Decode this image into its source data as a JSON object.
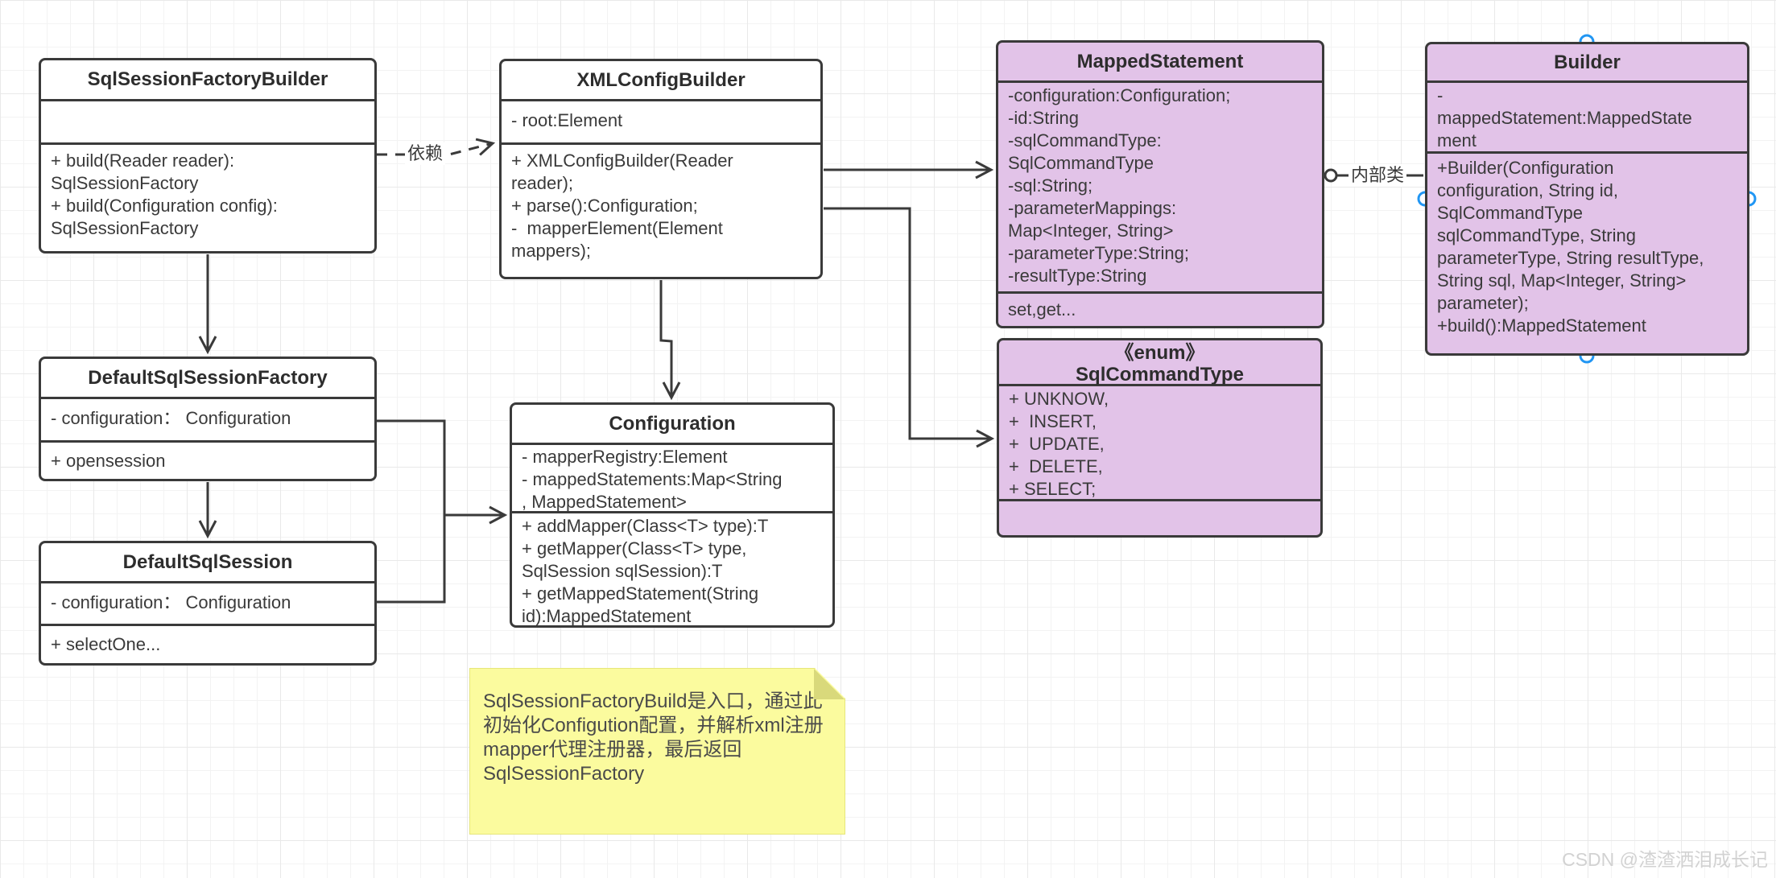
{
  "colors": {
    "class_purple_fill": "#e2c3e8",
    "class_white_fill": "#ffffff",
    "stroke": "#3a3a3a",
    "note_fill": "#fbfb9e",
    "note_fold": "#d9d97b",
    "selection_handle_blue": "#2196f3",
    "watermark_gray": "#d2d2d2"
  },
  "classes": [
    {
      "id": "SqlSessionFactoryBuilder",
      "title": "SqlSessionFactoryBuilder",
      "fields": [],
      "methods": [
        "+ build(Reader reader):",
        "SqlSessionFactory",
        "+ build(Configuration config):",
        "SqlSessionFactory"
      ]
    },
    {
      "id": "XMLConfigBuilder",
      "title": "XMLConfigBuilder",
      "fields": [
        "- root:Element"
      ],
      "methods": [
        "+ XMLConfigBuilder(Reader",
        "reader);",
        "+ parse():Configuration;",
        "-  mapperElement(Element",
        "mappers);"
      ]
    },
    {
      "id": "MappedStatement",
      "title": "MappedStatement",
      "fields": [
        "-configuration:Configuration;",
        "-id:String",
        "-sqlCommandType:",
        "SqlCommandType",
        "-sql:String;",
        "-parameterMappings:",
        "Map<Integer, String>",
        "-parameterType:String;",
        "-resultType:String"
      ],
      "methods": [
        "set,get..."
      ]
    },
    {
      "id": "SqlCommandType",
      "stereotype": "《enum》",
      "title": "SqlCommandType",
      "fields": [
        "+ UNKNOW,",
        "+  INSERT,",
        "+  UPDATE,",
        "+  DELETE,",
        "+ SELECT;"
      ],
      "methods": []
    },
    {
      "id": "Builder",
      "title": "Builder",
      "fields": [
        "-",
        "mappedStatement:MappedState",
        "ment"
      ],
      "methods": [
        "+Builder(Configuration",
        "configuration, String id,",
        "SqlCommandType",
        "sqlCommandType, String",
        "parameterType, String resultType,",
        "String sql, Map<Integer, String>",
        "parameter);",
        "+build():MappedStatement"
      ]
    },
    {
      "id": "DefaultSqlSessionFactory",
      "title": "DefaultSqlSessionFactory",
      "fields": [
        "- configuration： Configuration"
      ],
      "methods": [
        "+ opensession"
      ]
    },
    {
      "id": "DefaultSqlSession",
      "title": "DefaultSqlSession",
      "fields": [
        "- configuration： Configuration"
      ],
      "methods": [
        "+ selectOne..."
      ]
    },
    {
      "id": "Configuration",
      "title": "Configuration",
      "fields": [
        "- mapperRegistry:Element",
        "- mappedStatements:Map<String",
        ", MappedStatement>"
      ],
      "methods": [
        "+ addMapper(Class<T> type):T",
        "+ getMapper(Class<T> type,",
        "SqlSession sqlSession):T",
        "+ getMappedStatement(String",
        "id):MappedStatement"
      ]
    }
  ],
  "edges": {
    "dependency_label": "依赖",
    "inner_class_label": "内部类"
  },
  "note": {
    "text": "SqlSessionFactoryBuild是入口，通过此初始化Configution配置，并解析xml注册mapper代理注册器，最后返回SqlSessionFactory"
  },
  "watermark": "CSDN @渣渣洒泪成长记"
}
